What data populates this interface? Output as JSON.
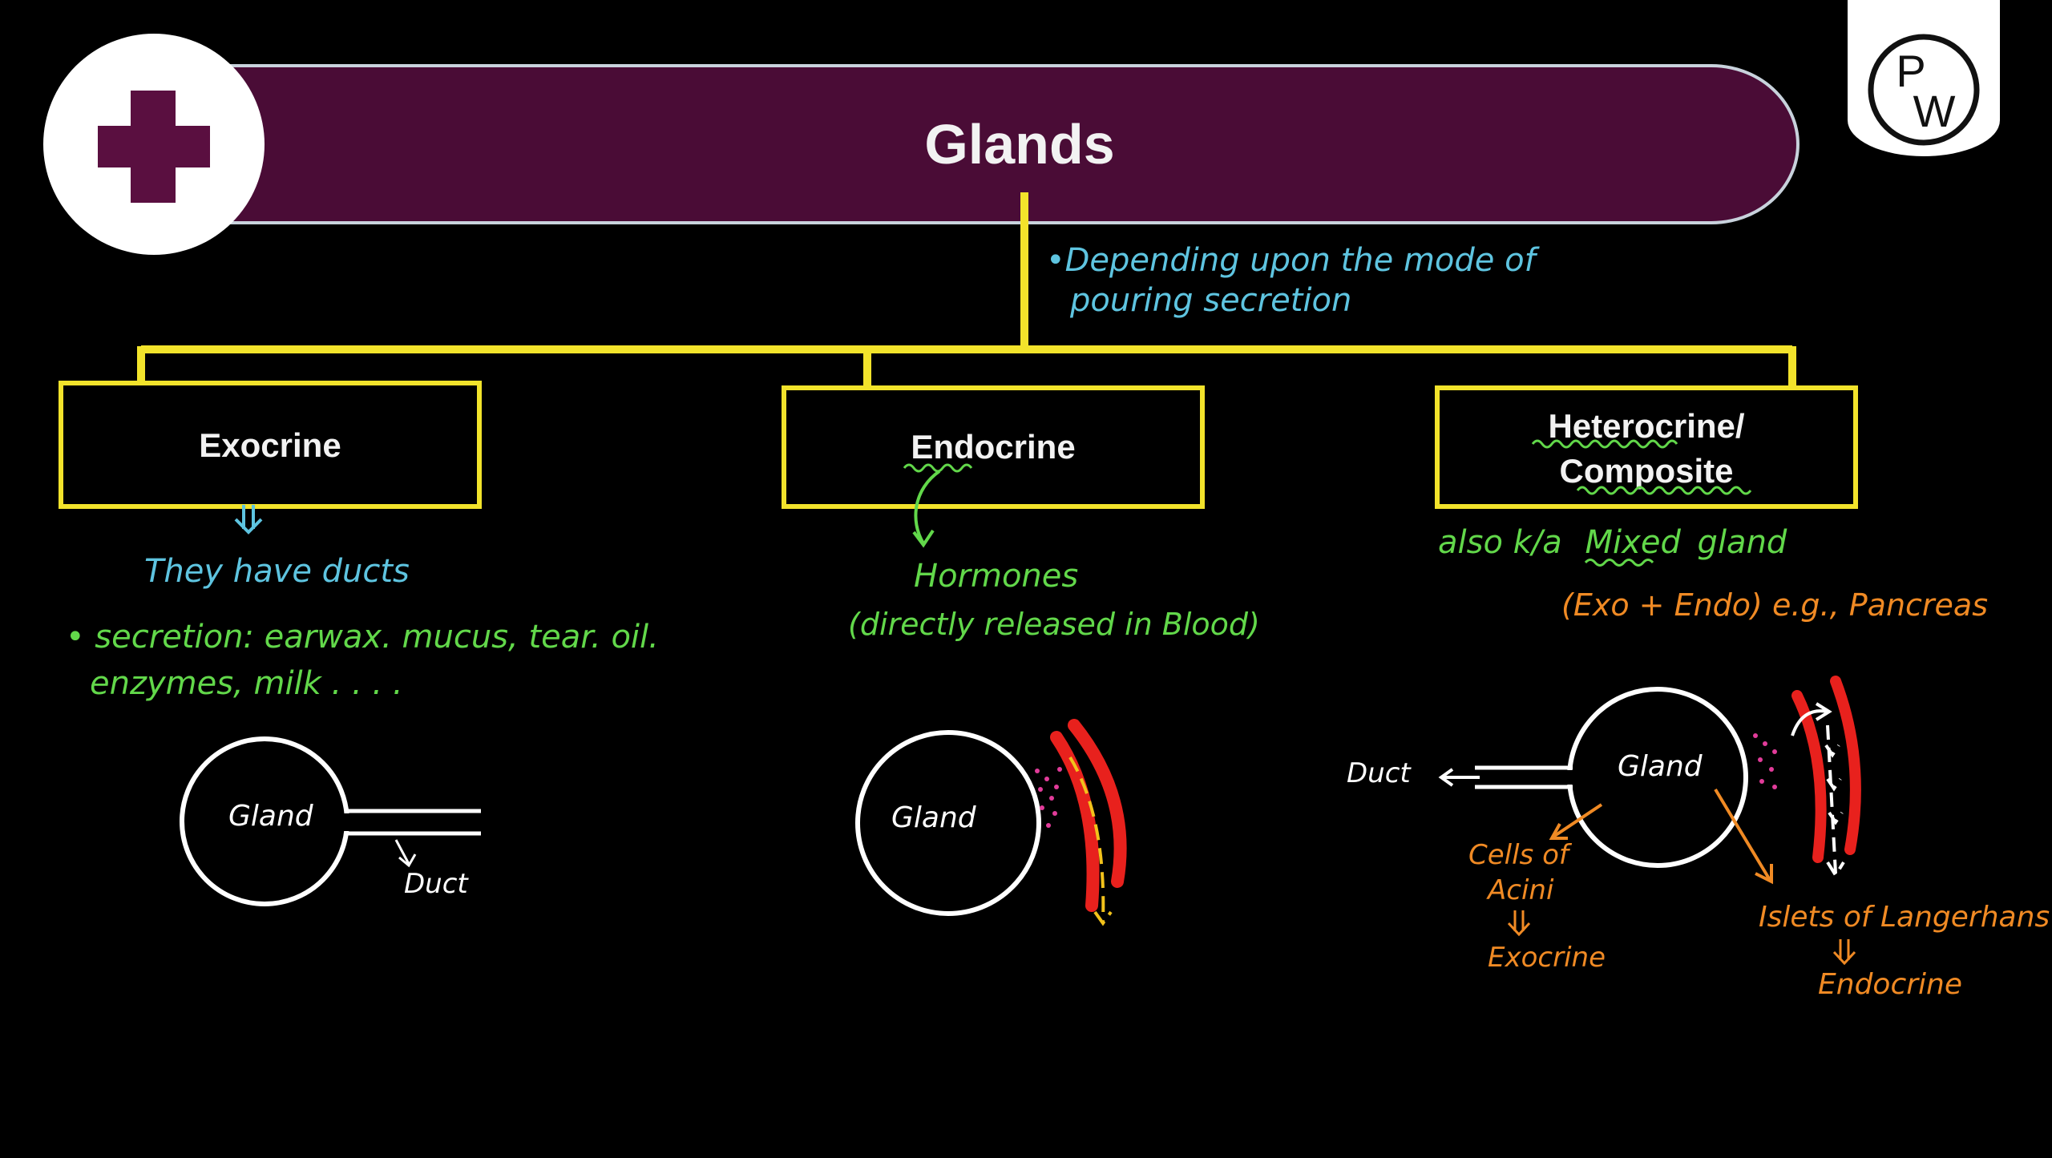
{
  "header": {
    "title": "Glands",
    "bar_color": "#4a0c36",
    "cross_color": "#5a0f40"
  },
  "logo": {
    "top_letter": "P",
    "bottom_letter": "W"
  },
  "note_mode": {
    "line1": "•Depending upon the mode of",
    "line2": "pouring secretion",
    "color": "#5ec4e0"
  },
  "connector_color": "#f2e32b",
  "categories": [
    {
      "id": "exocrine",
      "label": "Exocrine",
      "note": "They have ducts",
      "secretion_line1": "• secretion: earwax. mucus, tear. oil.",
      "secretion_line2": "enzymes, milk . . . ."
    },
    {
      "id": "endocrine",
      "label": "Endocrine",
      "note_line1": "Hormones",
      "note_line2": "(directly released in Blood)"
    },
    {
      "id": "heterocrine",
      "label_line1": "Heterocrine/",
      "label_line2": "Composite",
      "note_prefix": "also k/a",
      "note_highlight": "Mixed",
      "note_suffix": "gland",
      "example": "(Exo + Endo) e.g., Pancreas"
    }
  ],
  "diagrams": {
    "exocrine": {
      "gland_label": "Gland",
      "duct_label": "Duct"
    },
    "endocrine": {
      "gland_label": "Gland"
    },
    "heterocrine": {
      "gland_label": "Gland",
      "duct_label": "Duct",
      "acini_line1": "Cells of",
      "acini_line2": "Acini",
      "acini_type": "Exocrine",
      "islets_line": "Islets of Langerhans",
      "islets_type": "Endocrine"
    }
  },
  "colors": {
    "green_note": "#62d84a",
    "orange_note": "#f08a24",
    "blood_vessel": "#e8211d",
    "dots": "#e23c9a",
    "arrow_yellow": "#f2c21b"
  }
}
